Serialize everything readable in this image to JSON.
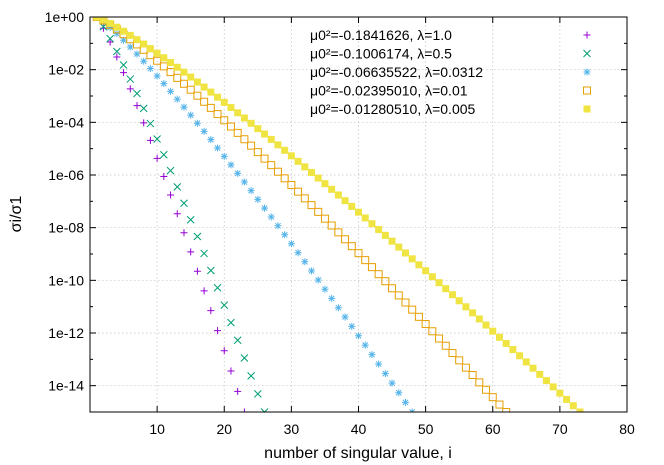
{
  "chart_data": {
    "type": "scatter",
    "xlabel": "number of singular value, i",
    "ylabel": "σi/σ1",
    "x_range": [
      0,
      80
    ],
    "y_range": [
      1e-15,
      1
    ],
    "y_scale": "log",
    "grid": true,
    "legend_position": "top-right",
    "x_ticks": [
      "10",
      "20",
      "30",
      "40",
      "50",
      "60",
      "70",
      "80"
    ],
    "y_ticks": [
      "1e+00",
      "1e-02",
      "1e-04",
      "1e-06",
      "1e-08",
      "1e-10",
      "1e-12",
      "1e-14"
    ],
    "series": [
      {
        "name": "μ0²=-0.1841626, λ=1.0",
        "color": "#9400d3",
        "marker": "plus",
        "n": 23,
        "final": 1e-15
      },
      {
        "name": "μ0²=-0.1006174, λ=0.5",
        "color": "#009e73",
        "marker": "cross",
        "n": 26,
        "final": 1e-15
      },
      {
        "name": "μ0²=-0.06635522, λ=0.0312",
        "color": "#56b4e9",
        "marker": "asterisk",
        "n": 48,
        "final": 1e-15
      },
      {
        "name": "μ0²=-0.02395010, λ=0.01",
        "color": "#e69f00",
        "marker": "open-square",
        "n": 62,
        "final": 1e-15
      },
      {
        "name": "μ0²=-0.01280510, λ=0.005",
        "color": "#f0e442",
        "marker": "filled-square",
        "n": 73,
        "final": 1e-15
      }
    ]
  }
}
